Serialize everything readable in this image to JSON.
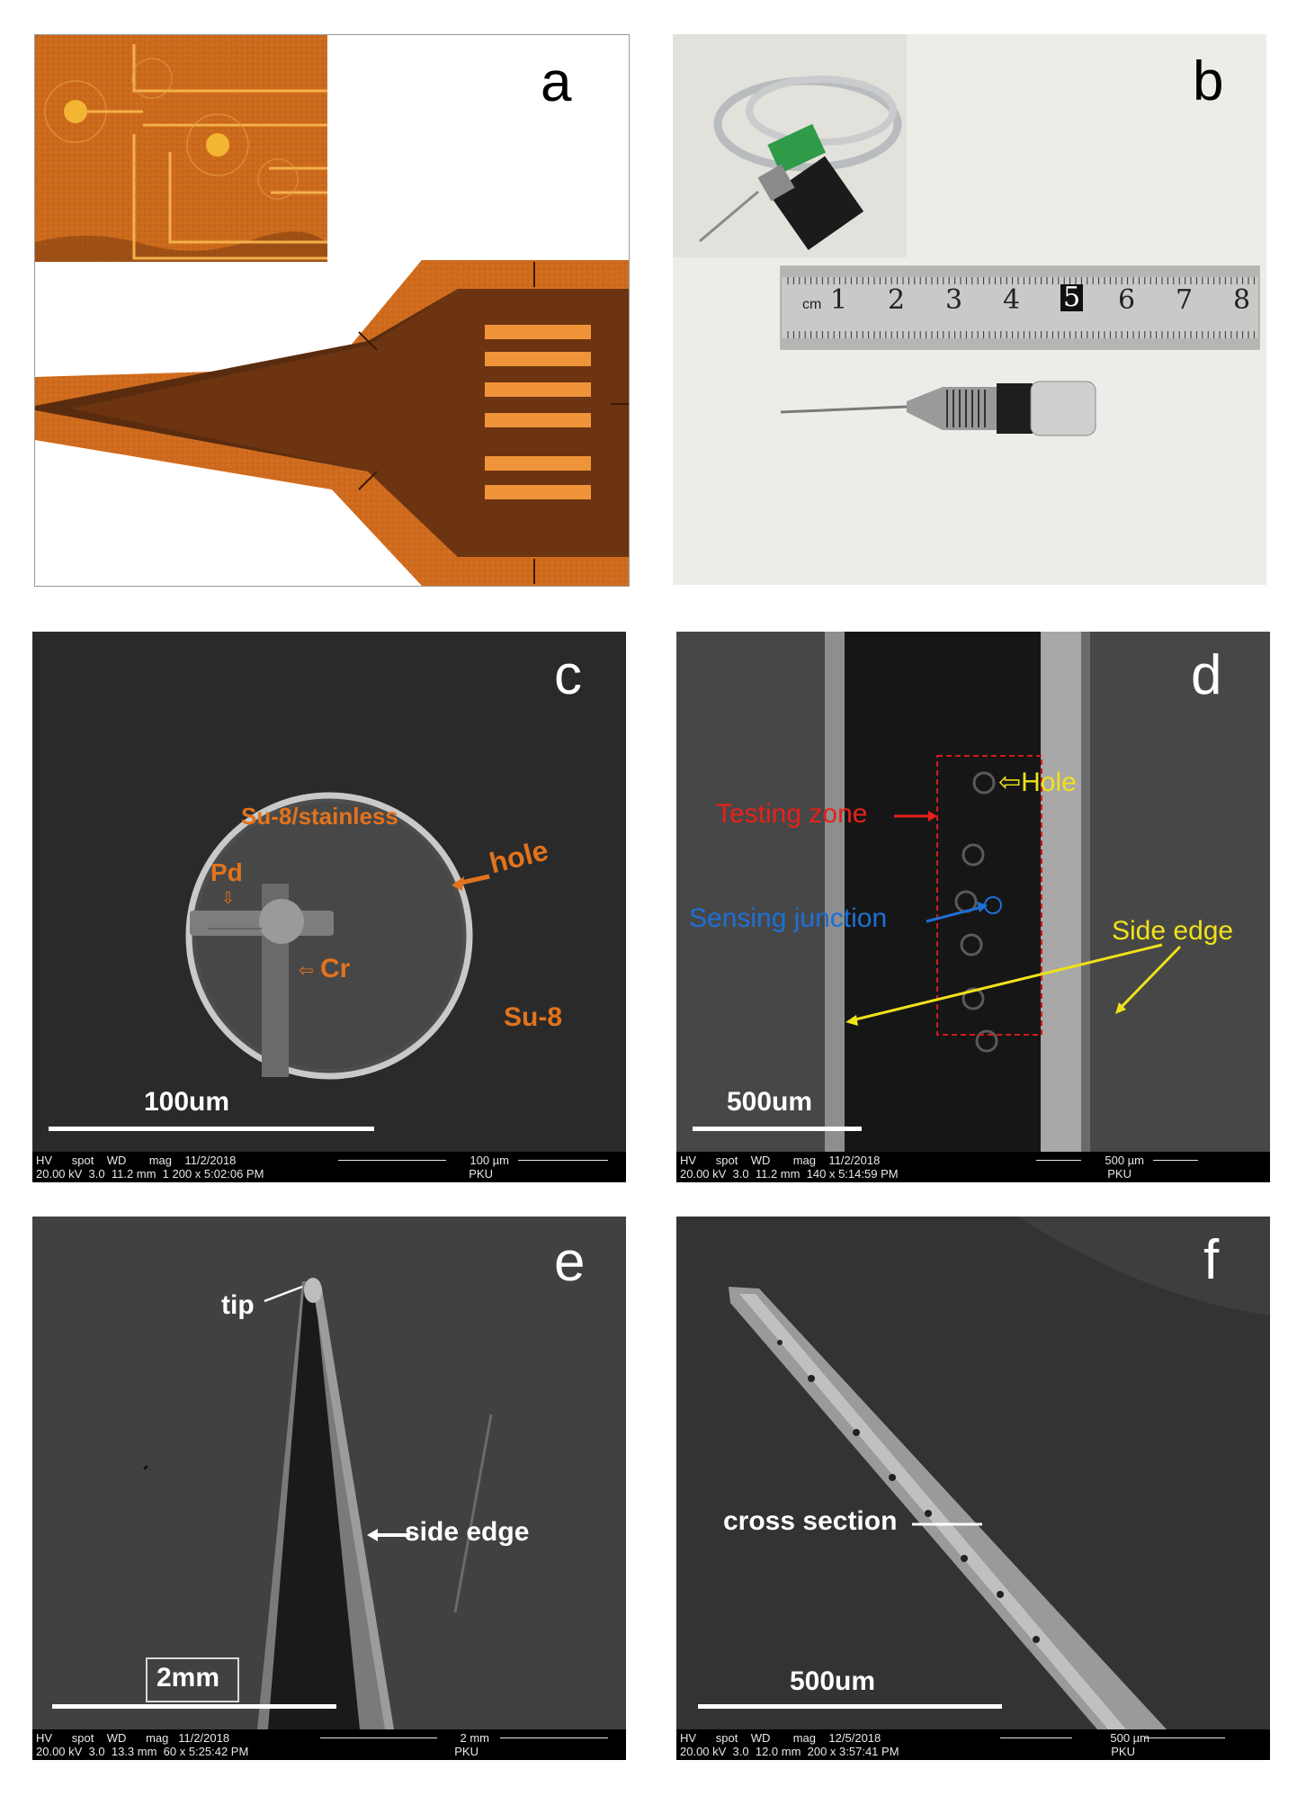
{
  "panels": {
    "a": {
      "letter": "a"
    },
    "b": {
      "letter": "b",
      "ruler": {
        "unit": "cm",
        "numbers": [
          "1",
          "2",
          "3",
          "4",
          "5",
          "6",
          "7",
          "8"
        ]
      }
    },
    "c": {
      "letter": "c",
      "labels": {
        "region_inside": "Su-8/stainless",
        "pd": "Pd",
        "hole": "hole",
        "cr": "Cr",
        "region_outside": "Su-8"
      },
      "scalebar": "100um",
      "info": {
        "row1": "HV      spot    WD       mag    11/2/2018",
        "row2": "20.00 kV  3.0  11.2 mm  1 200 x 5:02:06 PM",
        "scale": "100 µm",
        "site": "PKU"
      }
    },
    "d": {
      "letter": "d",
      "labels": {
        "testing_zone": "Testing zone",
        "hole": "⇦Hole",
        "sensing_junction": "Sensing junction",
        "side_edge": "Side edge"
      },
      "scalebar": "500um",
      "info": {
        "row1": "HV      spot    WD       mag    11/2/2018",
        "row2": "20.00 kV  3.0  11.2 mm  140 x 5:14:59 PM",
        "scale": "500 µm",
        "site": "PKU"
      }
    },
    "e": {
      "letter": "e",
      "labels": {
        "tip": "tip",
        "side_edge": "side edge"
      },
      "scalebar": "2mm",
      "info": {
        "row1": "HV      spot    WD      mag   11/2/2018",
        "row2": "20.00 kV  3.0  13.3 mm  60 x 5:25:42 PM",
        "scale": "2 mm",
        "site": "PKU"
      }
    },
    "f": {
      "letter": "f",
      "labels": {
        "cross_section": "cross section"
      },
      "scalebar": "500um",
      "info": {
        "row1": "HV      spot    WD       mag    12/5/2018",
        "row2": "20.00 kV  3.0  12.0 mm  200 x 3:57:41 PM",
        "scale": "500 µm",
        "site": "PKU"
      }
    }
  },
  "colors": {
    "orange_label": "#e2731c",
    "red_label": "#e8201a",
    "blue_label": "#1f6fd6",
    "yellow_label": "#f0e21a",
    "copper": "#d87a2a",
    "sem_background": "#2a2a2a"
  }
}
